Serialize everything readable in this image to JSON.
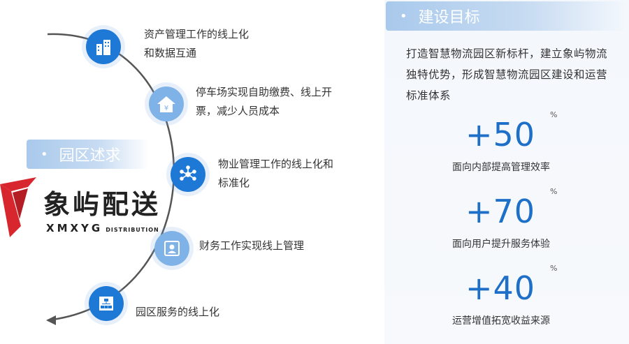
{
  "left": {
    "section_title": "园区述求",
    "items": [
      {
        "line1": "资产管理工作的线上化",
        "line2": "和数据互通",
        "icon": "buildings-icon"
      },
      {
        "line1": "停车场实现自助缴费、线上开",
        "line2": "票，减少人员成本",
        "icon": "house-yen-icon"
      },
      {
        "line1": "物业管理工作的线上化和",
        "line2": "标准化",
        "icon": "network-icon"
      },
      {
        "line1": "财务工作实现线上管理",
        "line2": "",
        "icon": "id-card-icon"
      },
      {
        "line1": "园区服务的线上化",
        "line2": "",
        "icon": "org-chart-icon"
      }
    ]
  },
  "logo": {
    "cn": "象屿配送",
    "en": "XMXYG",
    "en_sub": "DISTRIBUTION"
  },
  "right": {
    "section_title": "建设目标",
    "description": "打造智慧物流园区新标杆，建立象屿物流独特优势，形成智慧物流园区建设和运营标准体系",
    "stats": [
      {
        "value": "+50",
        "unit": "%",
        "label": "面向内部提高管理效率"
      },
      {
        "value": "+70",
        "unit": "%",
        "label": "面向用户提升服务体验"
      },
      {
        "value": "+40",
        "unit": "%",
        "label": "运营增值拓宽收益来源"
      }
    ]
  },
  "colors": {
    "accent": "#1e78d6",
    "accent_light": "#7fb2e6",
    "number": "#1e6fc8",
    "logo_red": "#d8262e"
  }
}
